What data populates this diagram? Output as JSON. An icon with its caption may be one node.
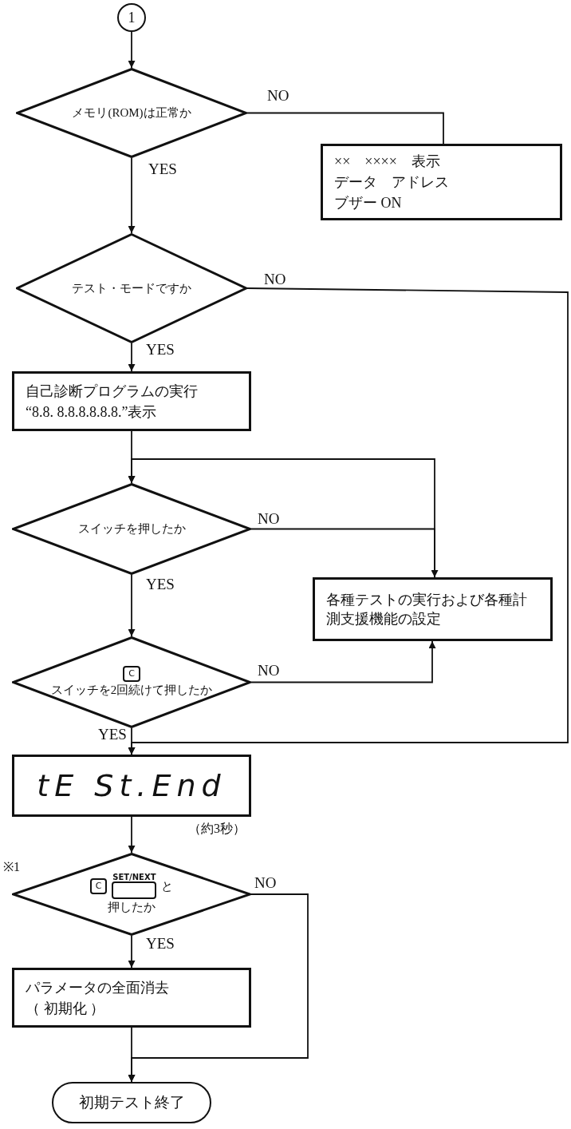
{
  "diagram": {
    "nodes": [
      {
        "text": [
          "1"
        ]
      },
      {
        "text": [
          "メモリ(ROM)は正常か"
        ]
      },
      {
        "text": [
          "××　××××　表示",
          "データ　アドレス",
          "ブザー ON"
        ]
      },
      {
        "text": [
          "テスト・モードですか"
        ]
      },
      {
        "text": [
          "自己診断プログラムの実行",
          "“8.8. 8.8.8.8.8.8.”表示"
        ]
      },
      {
        "text": [
          "スイッチを押したか"
        ]
      },
      {
        "text": [
          "各種テストの実行および各種計測支援機能の設定"
        ]
      },
      {
        "text": [
          "C",
          "スイッチを2回続けて押したか"
        ]
      },
      {
        "text": [
          "tE St.End"
        ],
        "beside": [
          "（約3秒）"
        ]
      },
      {
        "text": [
          "C",
          "SET/NEXT",
          "と",
          "押したか"
        ],
        "beside": [
          "※1"
        ]
      },
      {
        "text": [
          "パラメータの全面消去",
          "（ 初期化 ）"
        ]
      },
      {
        "text": [
          "初期テスト終了"
        ]
      }
    ],
    "edges": [
      {
        "from": 0,
        "to": 1,
        "arrow": "to"
      },
      {
        "from": 1,
        "to": 2,
        "arrow": "none",
        "label": "NO"
      },
      {
        "from": 1,
        "to": 3,
        "arrow": "to",
        "label": "YES"
      },
      {
        "from": 3,
        "to": 8,
        "arrow": "to",
        "label": "NO"
      },
      {
        "from": 3,
        "to": 4,
        "arrow": "to",
        "label": "YES"
      },
      {
        "from": 4,
        "to": 5,
        "arrow": "to"
      },
      {
        "from": 5,
        "to": 6,
        "arrow": "to",
        "label": "NO"
      },
      {
        "from": 5,
        "to": 7,
        "arrow": "to",
        "label": "YES"
      },
      {
        "from": 6,
        "to": 5,
        "arrow": "to"
      },
      {
        "from": 7,
        "to": 6,
        "arrow": "to",
        "label": "NO"
      },
      {
        "from": 7,
        "to": 8,
        "arrow": "to",
        "label": "YES"
      },
      {
        "from": 8,
        "to": 9,
        "arrow": "to"
      },
      {
        "from": 9,
        "to": 10,
        "arrow": "to",
        "label": "YES"
      },
      {
        "from": 9,
        "to": 11,
        "arrow": "to",
        "label": "NO"
      },
      {
        "from": 10,
        "to": 11,
        "arrow": "to"
      }
    ]
  }
}
